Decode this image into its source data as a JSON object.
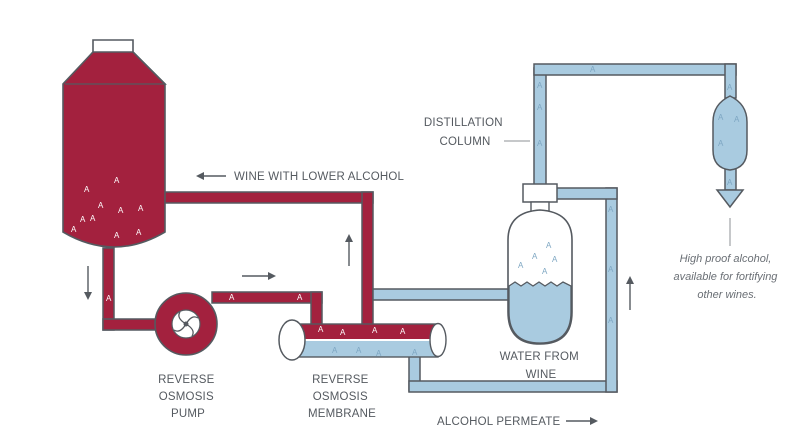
{
  "colors": {
    "wine": "#a3213e",
    "water": "#a9cbe0",
    "outline": "#555a60",
    "text": "#555a60"
  },
  "labels": {
    "wine_lower_alcohol": "WINE WITH LOWER ALCOHOL",
    "distillation_column": [
      "DISTILLATION",
      "COLUMN"
    ],
    "ro_pump": [
      "REVERSE",
      "OSMOSIS",
      "PUMP"
    ],
    "ro_membrane": [
      "REVERSE",
      "OSMOSIS",
      "MEMBRANE"
    ],
    "water_from_wine": [
      "WATER FROM",
      "WINE"
    ],
    "alcohol_permeate": "ALCOHOL PERMEATE",
    "high_proof_note": [
      "High proof alcohol,",
      "available for fortifying",
      "other wines."
    ]
  },
  "icons": {
    "pump": "pump-impeller-icon",
    "flow_arrow": "flow-arrow-icon",
    "molecule": "alcohol-molecule-a"
  },
  "molecule_glyph": "A"
}
